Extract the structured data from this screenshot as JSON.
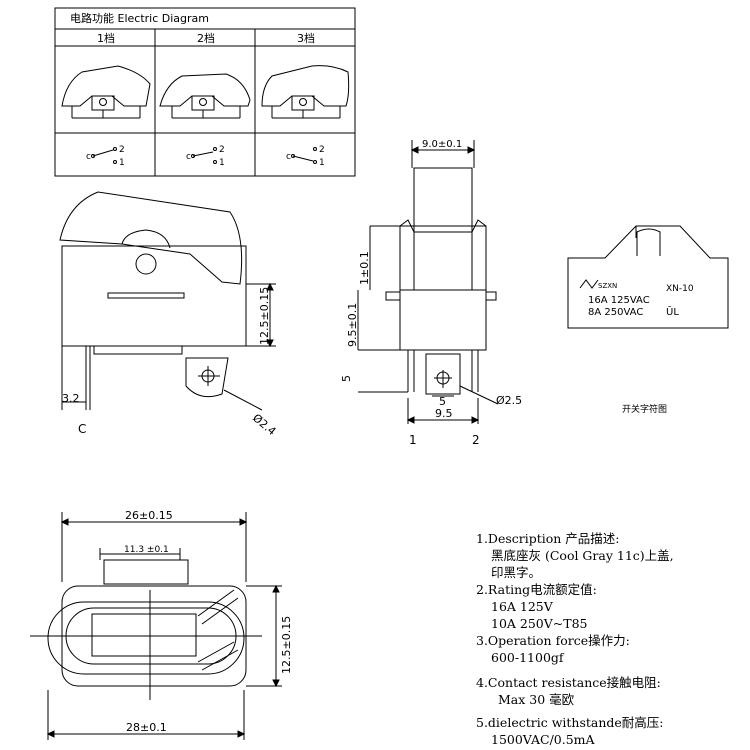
{
  "table": {
    "title": "电路功能 Electric Diagram",
    "headers": [
      "1档",
      "2档",
      "3档"
    ],
    "contact_labels": {
      "common": "c",
      "t2": "2",
      "t1": "1"
    }
  },
  "side_view": {
    "dim_height": "12.5±0.15",
    "dim_pin": "3.2",
    "dim_hole": "Ø2.4",
    "label_c": "C"
  },
  "front_view": {
    "dim_top": "9.0±0.1",
    "dim_1": "1±0.1",
    "dim_9_5v": "9.5±0.1",
    "dim_5v": "5",
    "dim_5h": "5",
    "dim_9_5h": "9.5",
    "dim_hole": "Ø2.5",
    "pin_1": "1",
    "pin_2": "2"
  },
  "marking": {
    "brand": "SZXN",
    "model": "XN-10",
    "rating1": "16A 125VAC",
    "rating2": "8A 250VAC",
    "ul": "ŪL",
    "caption": "开关字符图"
  },
  "top_view": {
    "dim_26": "26±0.15",
    "dim_11_3": "11.3 ±0.1",
    "dim_28": "28±0.1",
    "dim_12_5": "12.5±0.15"
  },
  "specs": {
    "s1_title": "1.Description 产品描述:",
    "s1_l1": "黑底座灰 (Cool Gray 11c)上盖,",
    "s1_l2": "印黑字。",
    "s2_title": "2.Rating电流额定值:",
    "s2_l1": "16A 125V",
    "s2_l2": "10A 250V~T85",
    "s3_title": "3.Operation force操作力:",
    "s3_l1": "600-1100gf",
    "s4_title": "4.Contact resistance接触电阻:",
    "s4_l1": "Max 30 毫欧",
    "s5_title": "5.dielectric withstande耐高压:",
    "s5_l1": "1500VAC/0.5mA"
  }
}
